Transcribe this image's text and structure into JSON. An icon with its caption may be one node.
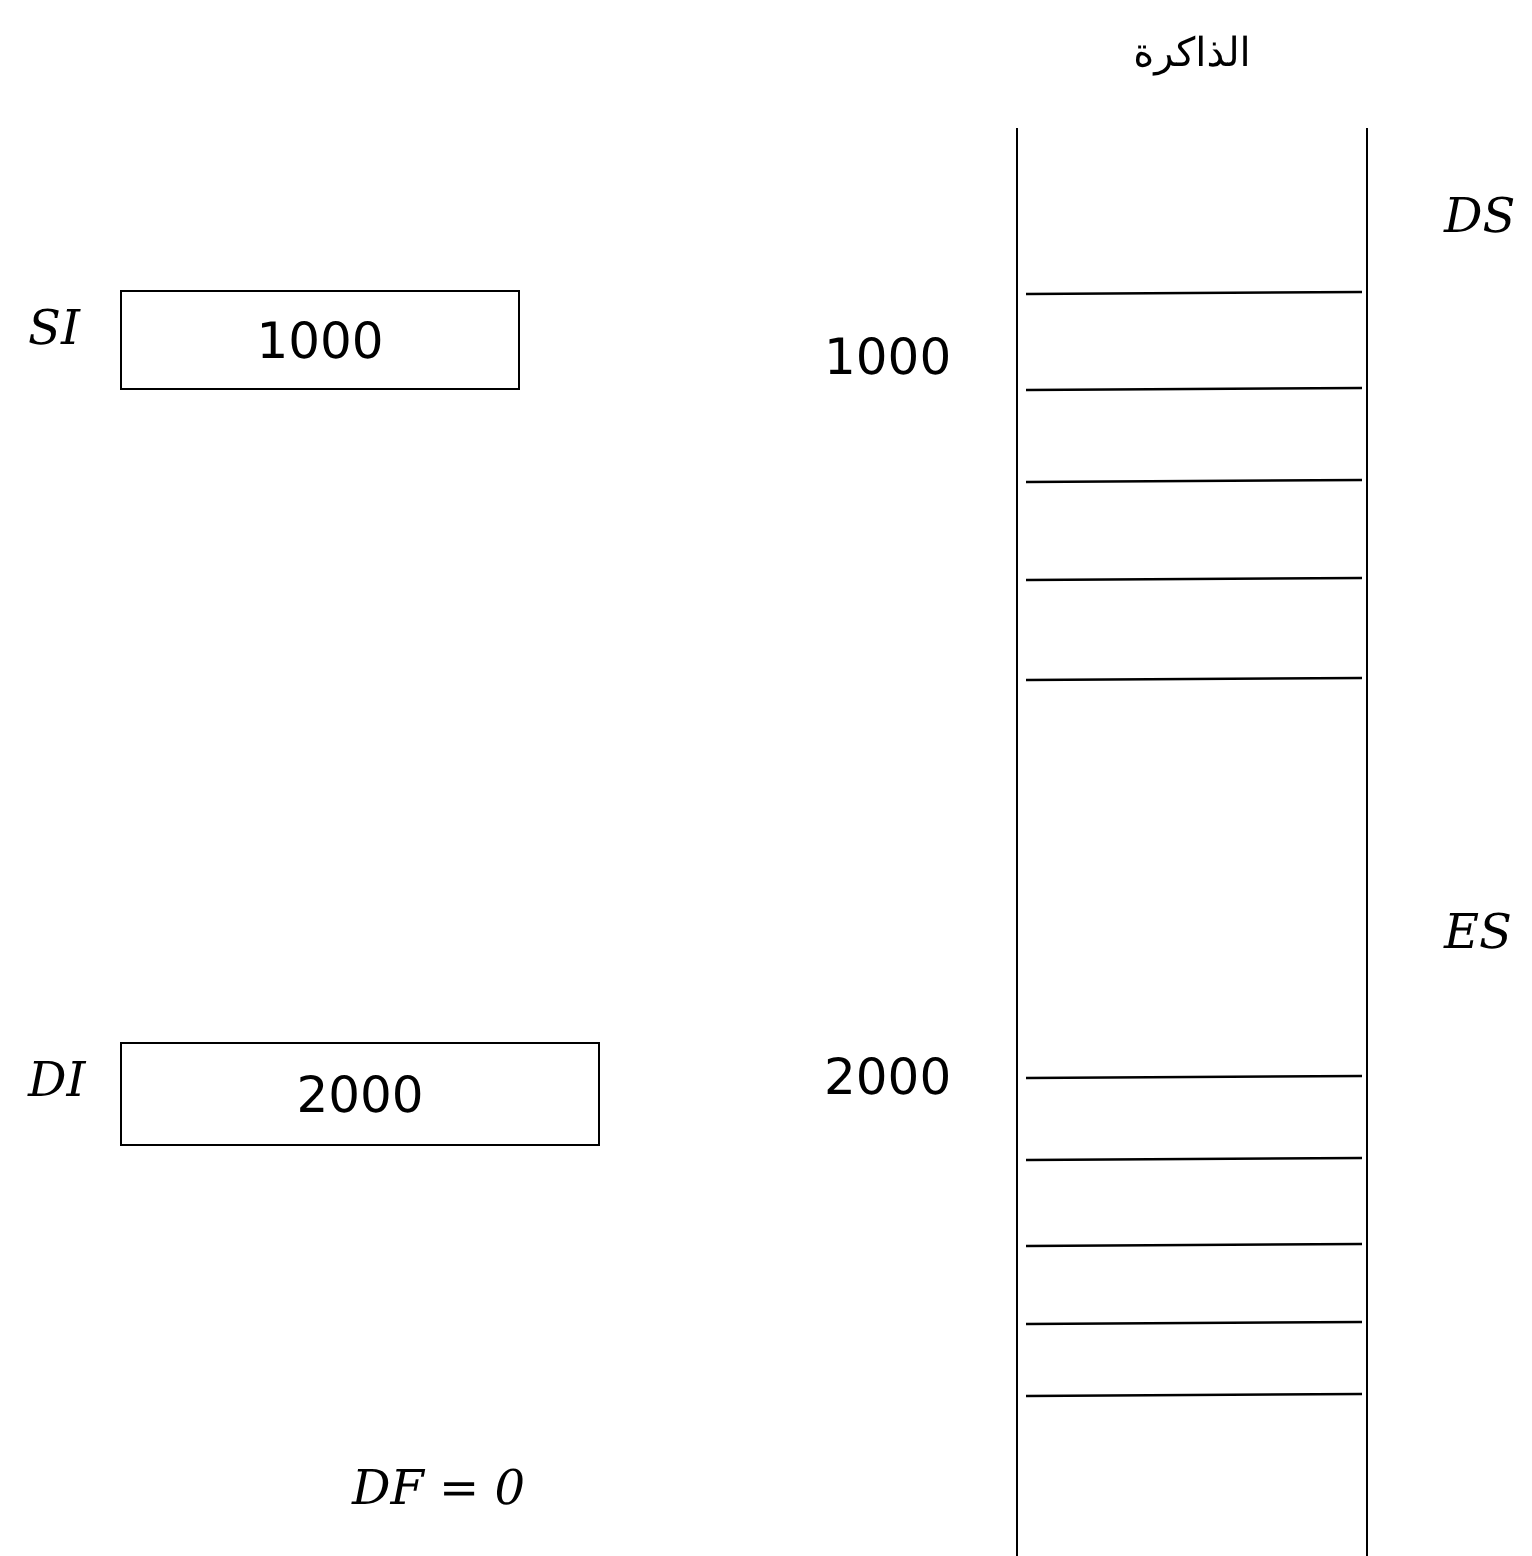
{
  "diagram": {
    "nodes": [
      {
        "text": [
          "1000"
        ],
        "beside": [
          "SI"
        ]
      },
      {
        "text": [
          "2000"
        ],
        "beside": [
          "DI"
        ]
      },
      {
        "text": [
          "الذاكرة"
        ]
      }
    ],
    "labels": [
      "DS",
      "1000",
      "ES",
      "2000",
      "DF = 0"
    ]
  }
}
